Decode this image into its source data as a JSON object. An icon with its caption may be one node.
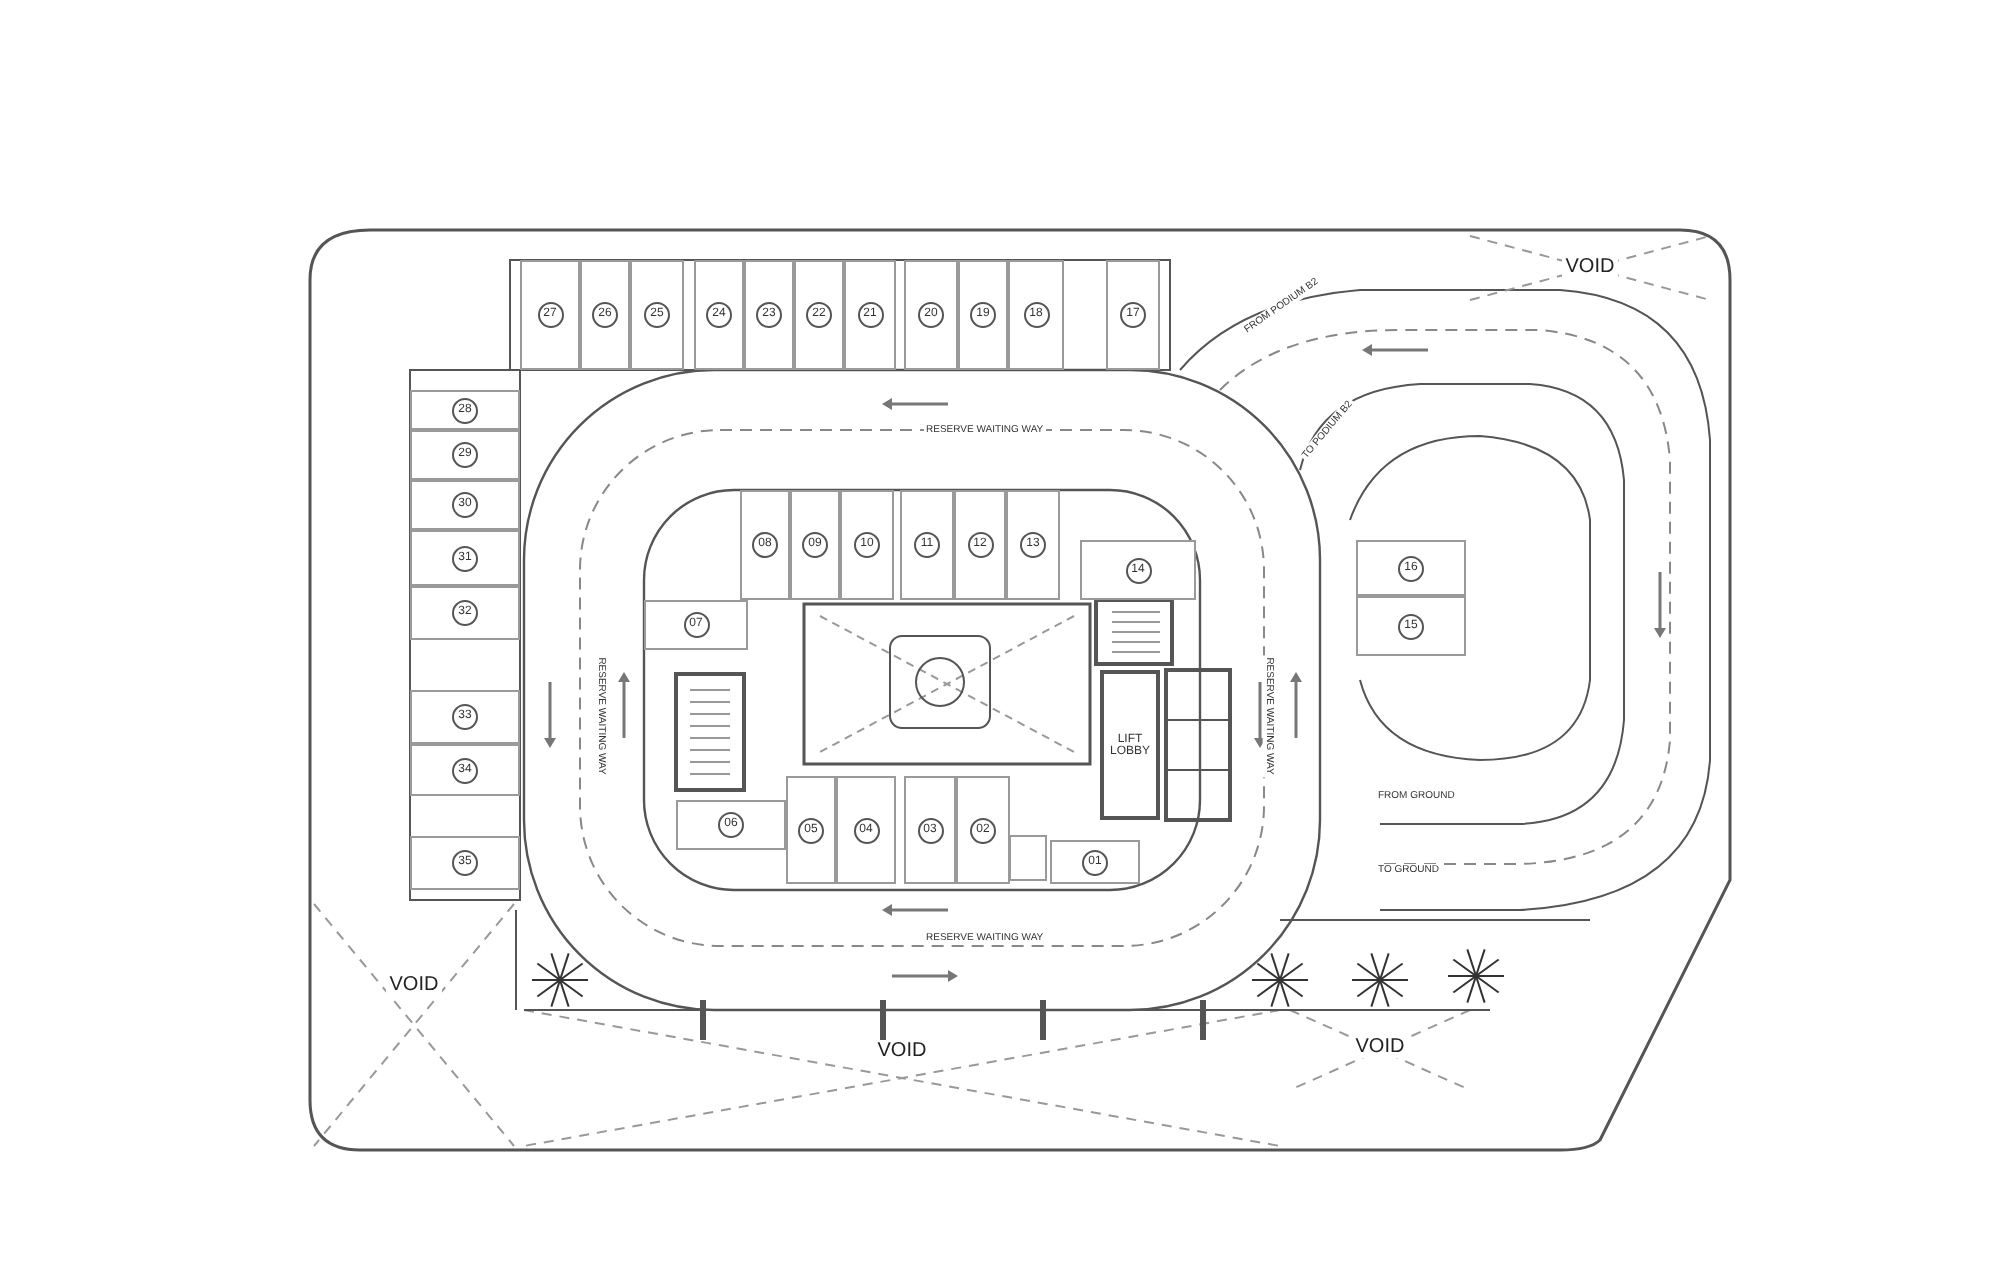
{
  "diagram": {
    "nodes": [
      {
        "text": [
          "VOID"
        ]
      },
      {
        "text": [
          "27"
        ]
      },
      {
        "text": [
          "26"
        ]
      },
      {
        "text": [
          "25"
        ]
      },
      {
        "text": [
          "24"
        ]
      },
      {
        "text": [
          "23"
        ]
      },
      {
        "text": [
          "22"
        ]
      },
      {
        "text": [
          "21"
        ]
      },
      {
        "text": [
          "20"
        ]
      },
      {
        "text": [
          "19"
        ]
      },
      {
        "text": [
          "18"
        ]
      },
      {
        "text": [
          "17"
        ]
      },
      {
        "text": [
          "28"
        ]
      },
      {
        "text": [
          "29"
        ]
      },
      {
        "text": [
          "30"
        ]
      },
      {
        "text": [
          "31"
        ]
      },
      {
        "text": [
          "32"
        ]
      },
      {
        "text": [
          "33"
        ]
      },
      {
        "text": [
          "34"
        ]
      },
      {
        "text": [
          "35"
        ]
      },
      {
        "text": [
          "08"
        ]
      },
      {
        "text": [
          "09"
        ]
      },
      {
        "text": [
          "10"
        ]
      },
      {
        "text": [
          "11"
        ]
      },
      {
        "text": [
          "12"
        ]
      },
      {
        "text": [
          "13"
        ]
      },
      {
        "text": [
          "14"
        ]
      },
      {
        "text": [
          "16"
        ]
      },
      {
        "text": [
          "07"
        ]
      },
      {
        "text": [
          "LIFT LOBBY"
        ]
      },
      {
        "text": [
          "15"
        ]
      },
      {
        "text": [
          "06"
        ]
      },
      {
        "text": [
          "05"
        ]
      },
      {
        "text": [
          "04"
        ]
      },
      {
        "text": [
          "03"
        ]
      },
      {
        "text": [
          "02"
        ]
      },
      {
        "text": [
          "01"
        ]
      },
      {
        "text": [
          "VOID"
        ]
      },
      {
        "text": [
          "VOID"
        ]
      },
      {
        "text": [
          "VOID"
        ]
      }
    ],
    "labels": [
      "FROM PODIUM B2",
      "RESERVE WAITING WAY",
      "TO PODIUM B2",
      "RESERVE WAITING WAY",
      "RESERVE WAITING WAY",
      "FROM GROUND",
      "TO GROUND",
      "RESERVE WAITING WAY"
    ]
  }
}
